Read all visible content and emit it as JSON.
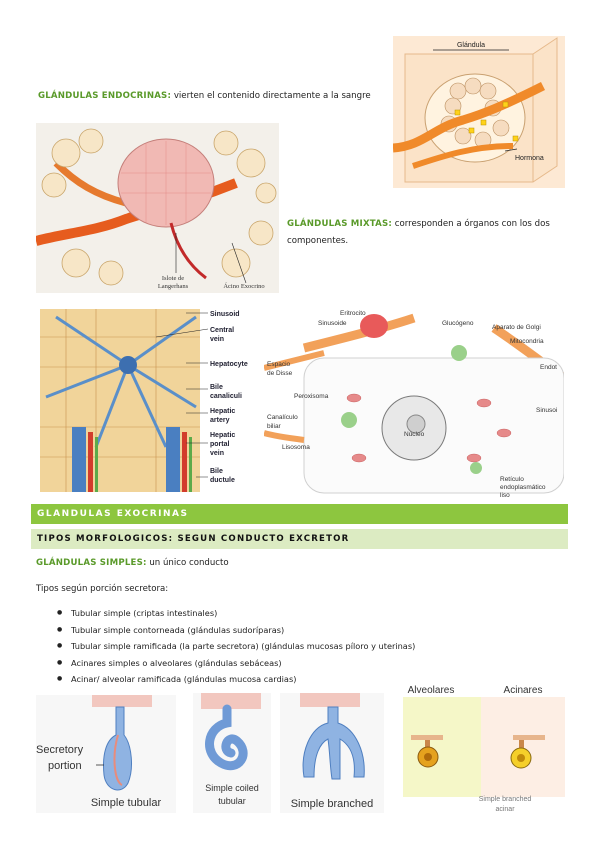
{
  "endocrinas": {
    "heading": "GLÁNDULAS ENDOCRINAS:",
    "text": "vierten el contenido directamente a la sangre"
  },
  "mixtas": {
    "heading": "GLÁNDULAS MIXTAS:",
    "text_line1": "corresponden a órganos con los dos",
    "text_line2": "componentes."
  },
  "fig_glandula": {
    "title": "Glándula",
    "hormona": "Hormona"
  },
  "fig_pancreas": {
    "islote_1": "Islote de",
    "islote_2": "Langerhans",
    "acino": "Ácino Exocrino"
  },
  "fig_liver": {
    "labels": [
      "Sinusoid",
      "Central",
      "vein",
      "Hepatocyte",
      "Bile",
      "canaliculi",
      "Hepatic",
      "artery",
      "Hepatic",
      "portal",
      "vein",
      "Bile",
      "ductule"
    ]
  },
  "fig_cell": {
    "labels": [
      "Eritrocito",
      "Sinusoide",
      "Glucógeno",
      "Aparato de Golgi",
      "Mitocondria",
      "Espacio",
      "de Disse",
      "Endot",
      "Peroxisoma",
      "Sinusoi",
      "Canalículo",
      "biliar",
      "Núcleo",
      "Lisosoma",
      "Retículo",
      "endoplasmático",
      "liso"
    ]
  },
  "exocrinas_band": "GLANDULAS EXOCRINAS",
  "tipos_band": "TIPOS MORFOLOGICOS: SEGUN CONDUCTO EXCRETOR",
  "simples": {
    "heading": "GLÁNDULAS SIMPLES:",
    "text": "un único conducto"
  },
  "tipos_porcion": "Tipos según porción secretora:",
  "bullets": [
    "Tubular simple (criptas intestinales)",
    "Tubular simple contorneada (glándulas sudoríparas)",
    "Tubular simple ramificada (la parte secretora) (glándulas mucosas píloro y uterinas)",
    "Acinares simples o alveolares (glándulas sebáceas)",
    "Acinar/ alveolar ramificada (glándulas mucosa cardias)"
  ],
  "fig_bottom": {
    "secretory_1": "Secretory",
    "secretory_2": "portion",
    "simple_tubular": "Simple tubular",
    "coiled_1": "Simple coiled",
    "coiled_2": "tubular",
    "branched": "Simple branched",
    "alveolares": "Alveolares",
    "acinares": "Acinares",
    "branched_acinar_1": "Simple branched",
    "branched_acinar_2": "acinar"
  }
}
